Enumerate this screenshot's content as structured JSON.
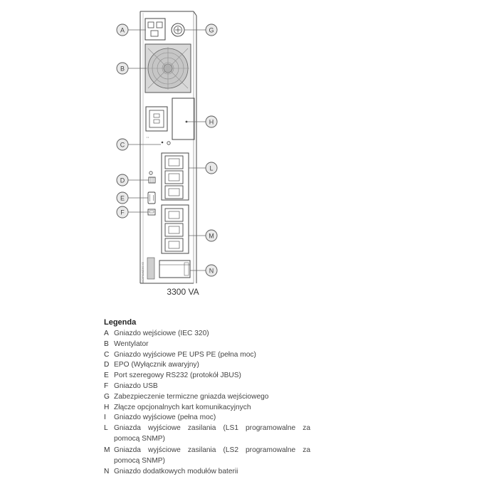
{
  "figure": {
    "caption": "3300 VA",
    "labels": [
      "A",
      "B",
      "C",
      "D",
      "E",
      "F",
      "G",
      "H",
      "L",
      "M",
      "N"
    ],
    "panel_text": "SKD3PANNE3V3 XX",
    "colors": {
      "line": "#444444",
      "bubble_fill": "#e9e9e9",
      "fan_fill": "#d8d8d8"
    }
  },
  "legend": {
    "title": "Legenda",
    "items": [
      {
        "key": "A",
        "text": "Gniazdo wejściowe (IEC 320)"
      },
      {
        "key": "B",
        "text": "Wentylator"
      },
      {
        "key": "C",
        "text": "Gniazdo wyjściowe PE UPS PE (pełna moc)"
      },
      {
        "key": "D",
        "text": "EPO (Wyłącznik awaryjny)"
      },
      {
        "key": "E",
        "text": "Port szeregowy RS232 (protokół JBUS)"
      },
      {
        "key": "F",
        "text": "Gniazdo USB"
      },
      {
        "key": "G",
        "text": "Zabezpieczenie termiczne gniazda wejściowego"
      },
      {
        "key": "H",
        "text": "Złącze opcjonalnych kart komunikacyjnych"
      },
      {
        "key": "I",
        "text": "Gniazdo wyjściowe (pełna moc)"
      },
      {
        "key": "L",
        "text": "Gniazda wyjściowe zasilania (LS1 programowalne za pomocą SNMP)"
      },
      {
        "key": "M",
        "text": "Gniazda wyjściowe zasilania (LS2 programowalne za pomocą SNMP)"
      },
      {
        "key": "N",
        "text": "Gniazdo dodatkowych modułów baterii"
      }
    ]
  }
}
